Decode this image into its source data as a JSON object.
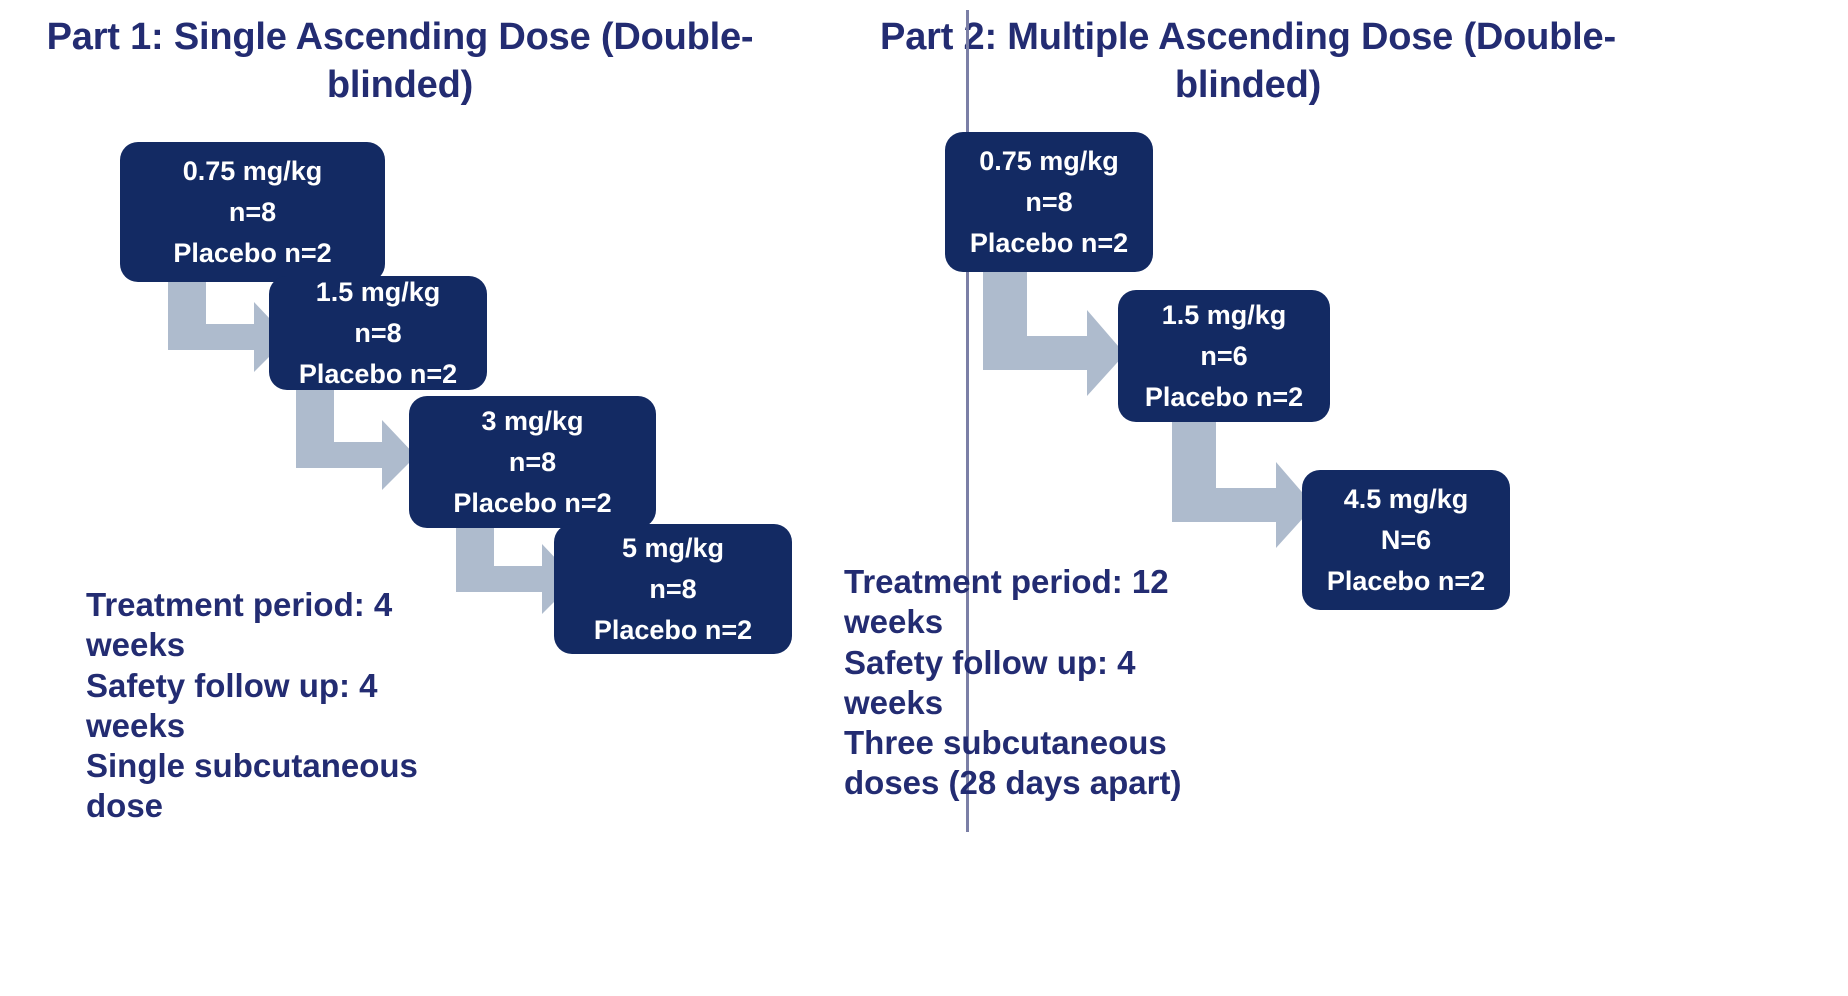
{
  "diagram": {
    "divider_color": "#7b7fa6",
    "box_color": "#132a63",
    "arrow_color": "#aebbcd",
    "title_color": "#232c72"
  },
  "part1": {
    "title": "Part 1: Single Ascending Dose\n(Double-blinded)",
    "boxes": [
      {
        "dose": "0.75 mg/kg",
        "n": "n=8",
        "placebo": "Placebo n=2"
      },
      {
        "dose": "1.5 mg/kg",
        "n": "n=8",
        "placebo": "Placebo n=2"
      },
      {
        "dose": "3 mg/kg",
        "n": "n=8",
        "placebo": "Placebo n=2"
      },
      {
        "dose": "5 mg/kg",
        "n": "n=8",
        "placebo": "Placebo n=2"
      }
    ],
    "notes": "Treatment period: 4 weeks\nSafety follow up: 4 weeks\nSingle subcutaneous dose"
  },
  "part2": {
    "title": "Part 2: Multiple Ascending Dose\n(Double-blinded)",
    "boxes": [
      {
        "dose": "0.75 mg/kg",
        "n": "n=8",
        "placebo": "Placebo n=2"
      },
      {
        "dose": "1.5 mg/kg",
        "n": "n=6",
        "placebo": "Placebo n=2"
      },
      {
        "dose": "4.5 mg/kg",
        "n": "N=6",
        "placebo": "Placebo n=2"
      }
    ],
    "notes": "Treatment period: 12 weeks\nSafety follow up: 4 weeks\nThree subcutaneous doses (28 days apart)"
  }
}
